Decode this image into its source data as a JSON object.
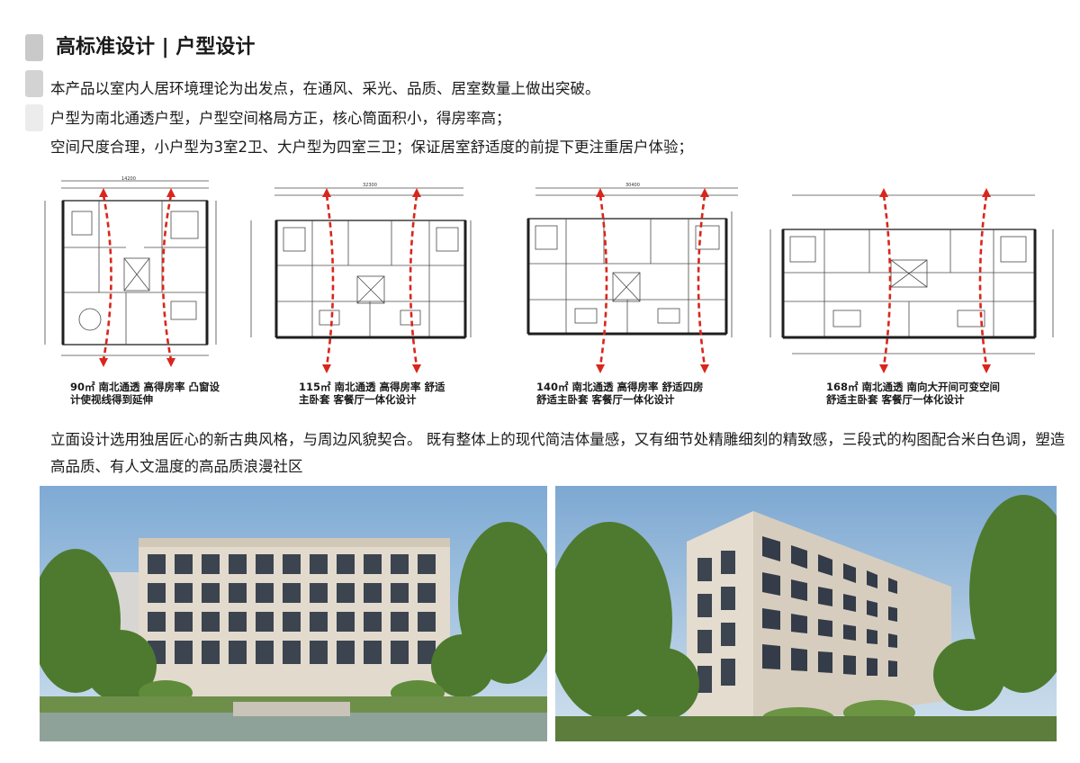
{
  "header": {
    "title": "高标准设计 | 户型设计"
  },
  "intro": {
    "line1": "本产品以室内人居环境理论为出发点，在通风、采光、品质、居室数量上做出突破。",
    "line2": "户型为南北通透户型，户型空间格局方正，核心筒面积小，得房率高；",
    "line3": "空间尺度合理，小户型为3室2卫、大户型为四室三卫；保证居室舒适度的前提下更注重居户体验；"
  },
  "plans": [
    {
      "caption_l1": "90㎡ 南北通透 高得房率 凸窗设",
      "caption_l2": "计使视线得到延伸",
      "width_label": "14200"
    },
    {
      "caption_l1": "115㎡ 南北通透 高得房率 舒适",
      "caption_l2": "主卧套 客餐厅一体化设计",
      "width_label": "32300"
    },
    {
      "caption_l1": "140㎡ 南北通透 高得房率 舒适四房",
      "caption_l2": "舒适主卧套 客餐厅一体化设计",
      "width_label": "30400"
    },
    {
      "caption_l1": "168㎡ 南北通透 南向大开间可变空间",
      "caption_l2": "舒适主卧套 客餐厅一体化设计",
      "width_label": ""
    }
  ],
  "facade": {
    "text": "立面设计选用独居匠心的新古典风格，与周边风貌契合。 既有整体上的现代简洁体量感，又有细节处精雕细刻的精致感，三段式的构图配合米白色调，塑造高品质、有人文温度的高品质浪漫社区"
  },
  "colors": {
    "arrow": "#d9261c",
    "plan_line": "#4a4a4a",
    "sky": "#8fb6da",
    "tree": "#4d7a2e",
    "facade_stone": "#ddd3c4",
    "window": "#3c4450"
  }
}
